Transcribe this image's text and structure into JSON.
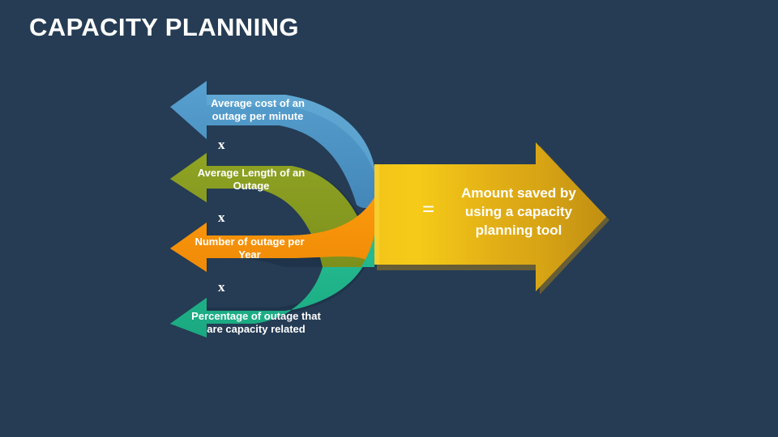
{
  "slide": {
    "title": "CAPACITY PLANNING",
    "background_color": "#253c54",
    "text_color": "#ffffff"
  },
  "diagram": {
    "type": "converging-arrows-formula",
    "inputs": [
      {
        "id": "input-1",
        "label": "Average cost of an outage per minute",
        "color": "#4c91c3",
        "shadow_color": "#3a7ba8"
      },
      {
        "id": "input-2",
        "label": "Average Length of an Outage",
        "color": "#879a20",
        "shadow_color": "#6e7f17"
      },
      {
        "id": "input-3",
        "label": "Number of outage per Year",
        "color": "#f7930a",
        "shadow_color": "#d97b05"
      },
      {
        "id": "input-4",
        "label": "Percentage of outage that are capacity related",
        "color": "#1fb189",
        "shadow_color": "#189a76"
      }
    ],
    "operators": [
      {
        "id": "operator-1",
        "symbol": "x",
        "name": "multiply"
      },
      {
        "id": "operator-2",
        "symbol": "x",
        "name": "multiply"
      },
      {
        "id": "operator-3",
        "symbol": "x",
        "name": "multiply"
      },
      {
        "id": "operator-equals",
        "symbol": "=",
        "name": "equals"
      }
    ],
    "result": {
      "id": "result-arrow",
      "label": "Amount saved by using a capacity planning tool",
      "color_start": "#f6cb18",
      "color_end": "#c79513"
    }
  }
}
